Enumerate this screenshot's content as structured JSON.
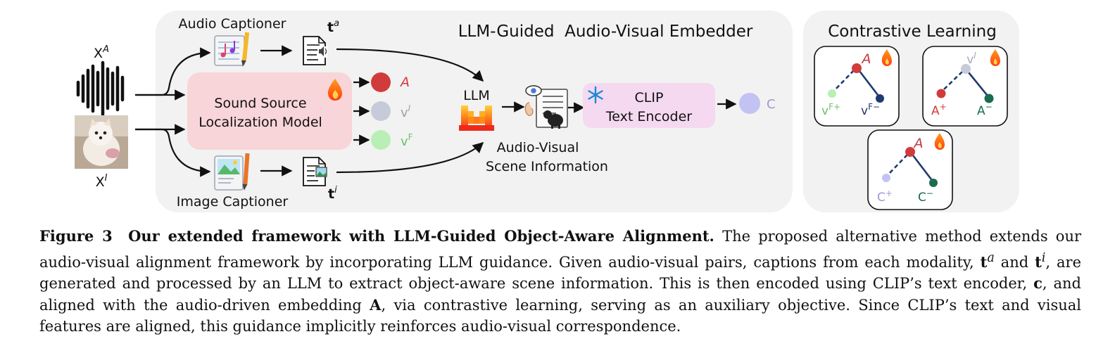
{
  "figure": {
    "input_audio": "X",
    "input_audio_sup": "A",
    "input_image": "X",
    "input_image_sup": "I",
    "audio_captioner": "Audio Captioner",
    "image_captioner": "Image Captioner",
    "caption_audio": "t",
    "caption_audio_sup": "a",
    "caption_image": "t",
    "caption_image_sup": "i",
    "embedder_title": "LLM-Guided  Audio-Visual Embedder",
    "ssl_model_line1": "Sound Source",
    "ssl_model_line2": "Localization Model",
    "out_a": "A",
    "out_vi": "v",
    "out_vi_sup": "I",
    "out_vf": "v",
    "out_vf_sup": "F",
    "llm": "LLM",
    "scene_line1": "Audio-Visual",
    "scene_line2": "Scene Information",
    "clip_line1": "CLIP",
    "clip_line2": "Text Encoder",
    "out_c": "C",
    "contrastive_title": "Contrastive Learning",
    "tree1": {
      "root": "A",
      "pos": "v",
      "pos_sup": "F+",
      "neg": "v",
      "neg_sup": "F−"
    },
    "tree2": {
      "root": "v",
      "root_sup": "I",
      "pos": "A",
      "pos_sup": "+",
      "neg": "A",
      "neg_sup": "−"
    },
    "tree3": {
      "root": "A",
      "pos": "C",
      "pos_sup": "+",
      "neg": "C",
      "neg_sup": "−"
    },
    "colors": {
      "panel_bg": "#f2f2f2",
      "ssl_box": "#f8d5d8",
      "clip_box": "#f5d9f0",
      "red": "#d23b3b",
      "gray_node": "#c7cbd9",
      "green_node": "#b9efb4",
      "blue_dark": "#1f3a6e",
      "teal": "#1a6b52",
      "lavender": "#c3c3f3"
    },
    "icons": [
      "waveform-icon",
      "dog-photo-icon",
      "music-sheet-icon",
      "audio-doc-icon",
      "image-doc-icon",
      "landscape-picture-icon",
      "fire-icon",
      "snowflake-icon",
      "llm-logo-icon",
      "scene-info-icon"
    ]
  },
  "caption": {
    "label": "Figure 3",
    "title": "Our extended framework with LLM-Guided Object-Aware Alignment.",
    "seg1": " The proposed alternative method extends our audio-visual alignment framework by incorporating LLM guidance. Given audio-visual pairs, captions from each modality, ",
    "t": "t",
    "sup_a": "a",
    "and": " and ",
    "sup_i": "i",
    "seg2": ", are generated and processed by an LLM to extract object-aware scene information. This is then encoded using CLIP’s text encoder, ",
    "c": "c",
    "seg3": ", and aligned with the audio-driven embedding ",
    "A": "A",
    "seg4": ", via contrastive learning, serving as an auxiliary objective. Since CLIP’s text and visual features are aligned, this guidance implicitly reinforces audio-visual correspondence."
  }
}
